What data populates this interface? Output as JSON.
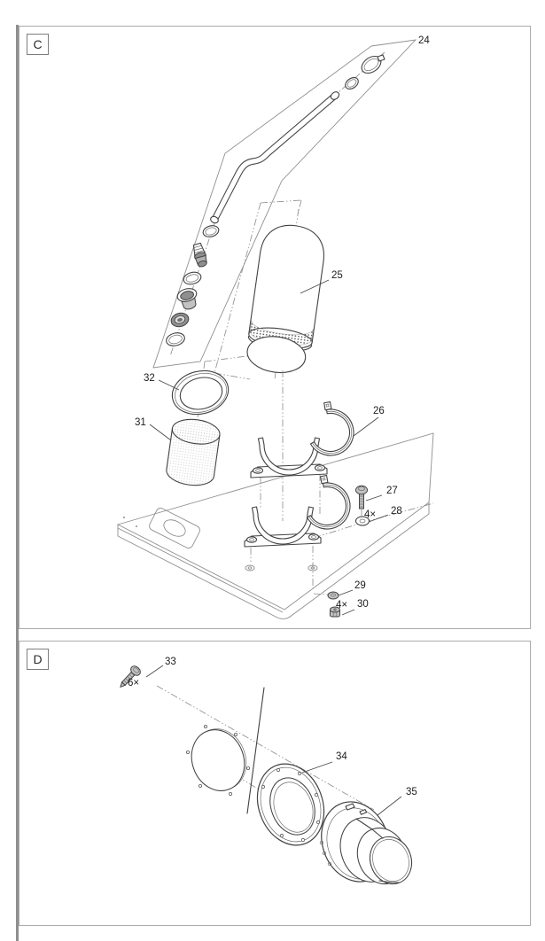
{
  "panel_c": {
    "tag": "C",
    "callouts": [
      {
        "ref": "24"
      },
      {
        "ref": "25"
      },
      {
        "ref": "26"
      },
      {
        "ref": "27",
        "qty": "4×"
      },
      {
        "ref": "28"
      },
      {
        "ref": "29",
        "qty": "4×"
      },
      {
        "ref": "30"
      },
      {
        "ref": "31"
      },
      {
        "ref": "32"
      }
    ]
  },
  "panel_d": {
    "tag": "D",
    "callouts": [
      {
        "ref": "33",
        "qty": "6×"
      },
      {
        "ref": "34"
      },
      {
        "ref": "35"
      }
    ]
  },
  "colors": {
    "background": "#ffffff",
    "line": "#424242",
    "construction": "#909090",
    "panel_border": "#ababab",
    "metal_fill": "#c2c2c2",
    "metal_dark": "#8f8f8f"
  }
}
